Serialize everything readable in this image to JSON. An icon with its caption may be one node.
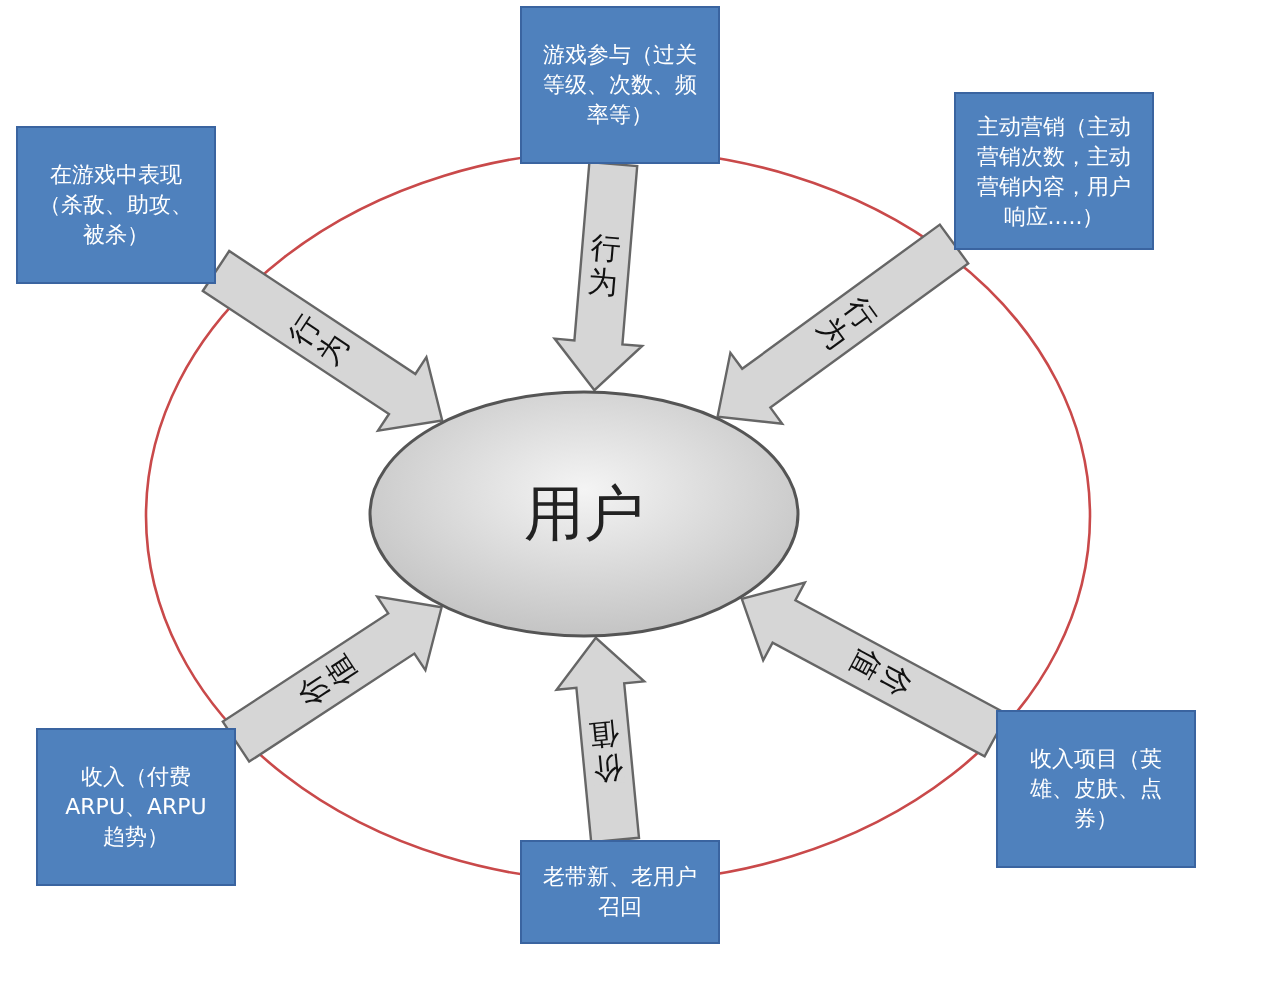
{
  "diagram": {
    "nodes": [
      {
        "text": [
          "用户"
        ]
      },
      {
        "text": [
          "在游戏中表现（杀敌、助攻、被杀）"
        ]
      },
      {
        "text": [
          "游戏参与（过关等级、次数、频率等）"
        ]
      },
      {
        "text": [
          "主动营销（主动营销次数，主动营销内容，用户响应.....）"
        ]
      },
      {
        "text": [
          "收入（付费ARPU、ARPU趋势）"
        ]
      },
      {
        "text": [
          "老带新、老用户召回"
        ]
      },
      {
        "text": [
          "收入项目（英雄、皮肤、点券）"
        ]
      }
    ],
    "edges": [
      {
        "from": 1,
        "to": 0,
        "arrow": "to",
        "label": "行为"
      },
      {
        "from": 2,
        "to": 0,
        "arrow": "to",
        "label": "行为"
      },
      {
        "from": 3,
        "to": 0,
        "arrow": "to",
        "label": "行为"
      },
      {
        "from": 4,
        "to": 0,
        "arrow": "to",
        "label": "价值"
      },
      {
        "from": 5,
        "to": 0,
        "arrow": "to",
        "label": "价值"
      },
      {
        "from": 6,
        "to": 0,
        "arrow": "to",
        "label": "价值"
      }
    ]
  }
}
